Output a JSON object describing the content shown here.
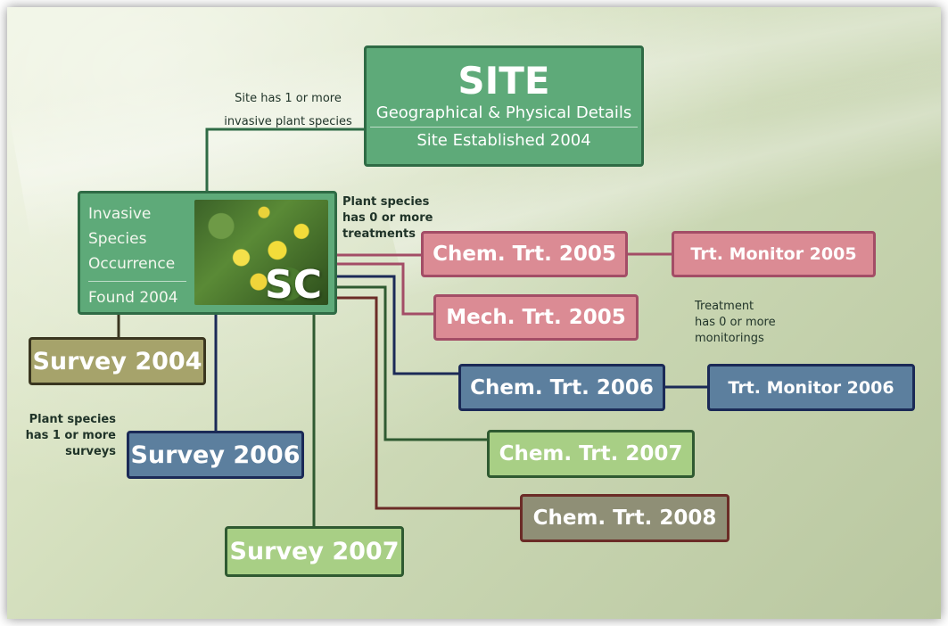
{
  "site": {
    "title": "SITE",
    "line1": "Geographical & Physical Details",
    "line2": "Site Established 2004"
  },
  "occurrence": {
    "line1": "Invasive",
    "line2": "Species",
    "line3": "Occurrence",
    "found": "Found 2004",
    "photo_code": "SC"
  },
  "annotations": {
    "site_rel_1": "Site has 1 or more",
    "site_rel_2": "invasive plant species",
    "trt_rel_1": "Plant species",
    "trt_rel_2": "has 0 or more",
    "trt_rel_3": "treatments",
    "mon_rel_1": "Treatment",
    "mon_rel_2": "has 0 or more",
    "mon_rel_3": "monitorings",
    "srv_rel_1": "Plant species",
    "srv_rel_2": "has 1 or more",
    "srv_rel_3": "surveys"
  },
  "surveys": {
    "s2004": "Survey 2004",
    "s2006": "Survey 2006",
    "s2007": "Survey 2007"
  },
  "treatments": {
    "chem2005": "Chem. Trt. 2005",
    "mech2005": "Mech. Trt. 2005",
    "chem2006": "Chem. Trt. 2006",
    "chem2007": "Chem. Trt. 2007",
    "chem2008": "Chem. Trt. 2008"
  },
  "monitors": {
    "m2005": "Trt. Monitor 2005",
    "m2006": "Trt. Monitor 2006"
  },
  "colors": {
    "site_green": "#5eaa79",
    "olive": "#a6a36b",
    "blue": "#5c7f9e",
    "pink": "#db8b94",
    "light_green": "#a8cf85",
    "brown": "#8f8f76"
  }
}
